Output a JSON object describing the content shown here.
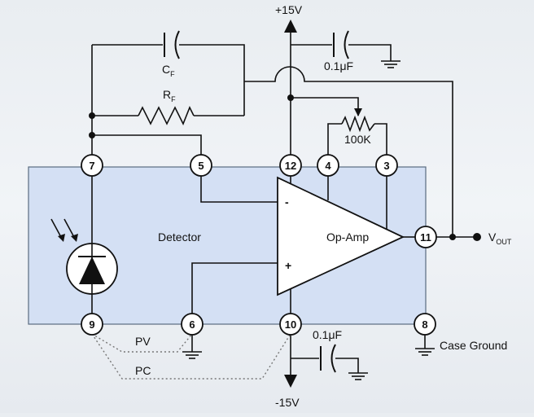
{
  "supply": {
    "positive": "+15V",
    "negative": "-15V"
  },
  "capacitors": {
    "top_bypass": "0.1μF",
    "bottom_bypass": "0.1μF"
  },
  "feedback": {
    "capacitor_main": "C",
    "capacitor_sub": "F",
    "resistor_main": "R",
    "resistor_sub": "F"
  },
  "potentiometer": "100K",
  "blocks": {
    "detector": "Detector",
    "opamp": "Op-Amp"
  },
  "opamp_inputs": {
    "inverting": "-",
    "noninverting": "+"
  },
  "output": {
    "main": "V",
    "sub": "OUT"
  },
  "modes": {
    "pv": "PV",
    "pc": "PC"
  },
  "case_ground": "Case Ground",
  "pins": {
    "p7": "7",
    "p5": "5",
    "p12": "12",
    "p4": "4",
    "p3": "3",
    "p11": "11",
    "p9": "9",
    "p6": "6",
    "p10": "10",
    "p8": "8"
  },
  "colors": {
    "package_fill": "#d4e0f4",
    "package_stroke": "#5a6b80",
    "wire": "#111111"
  }
}
